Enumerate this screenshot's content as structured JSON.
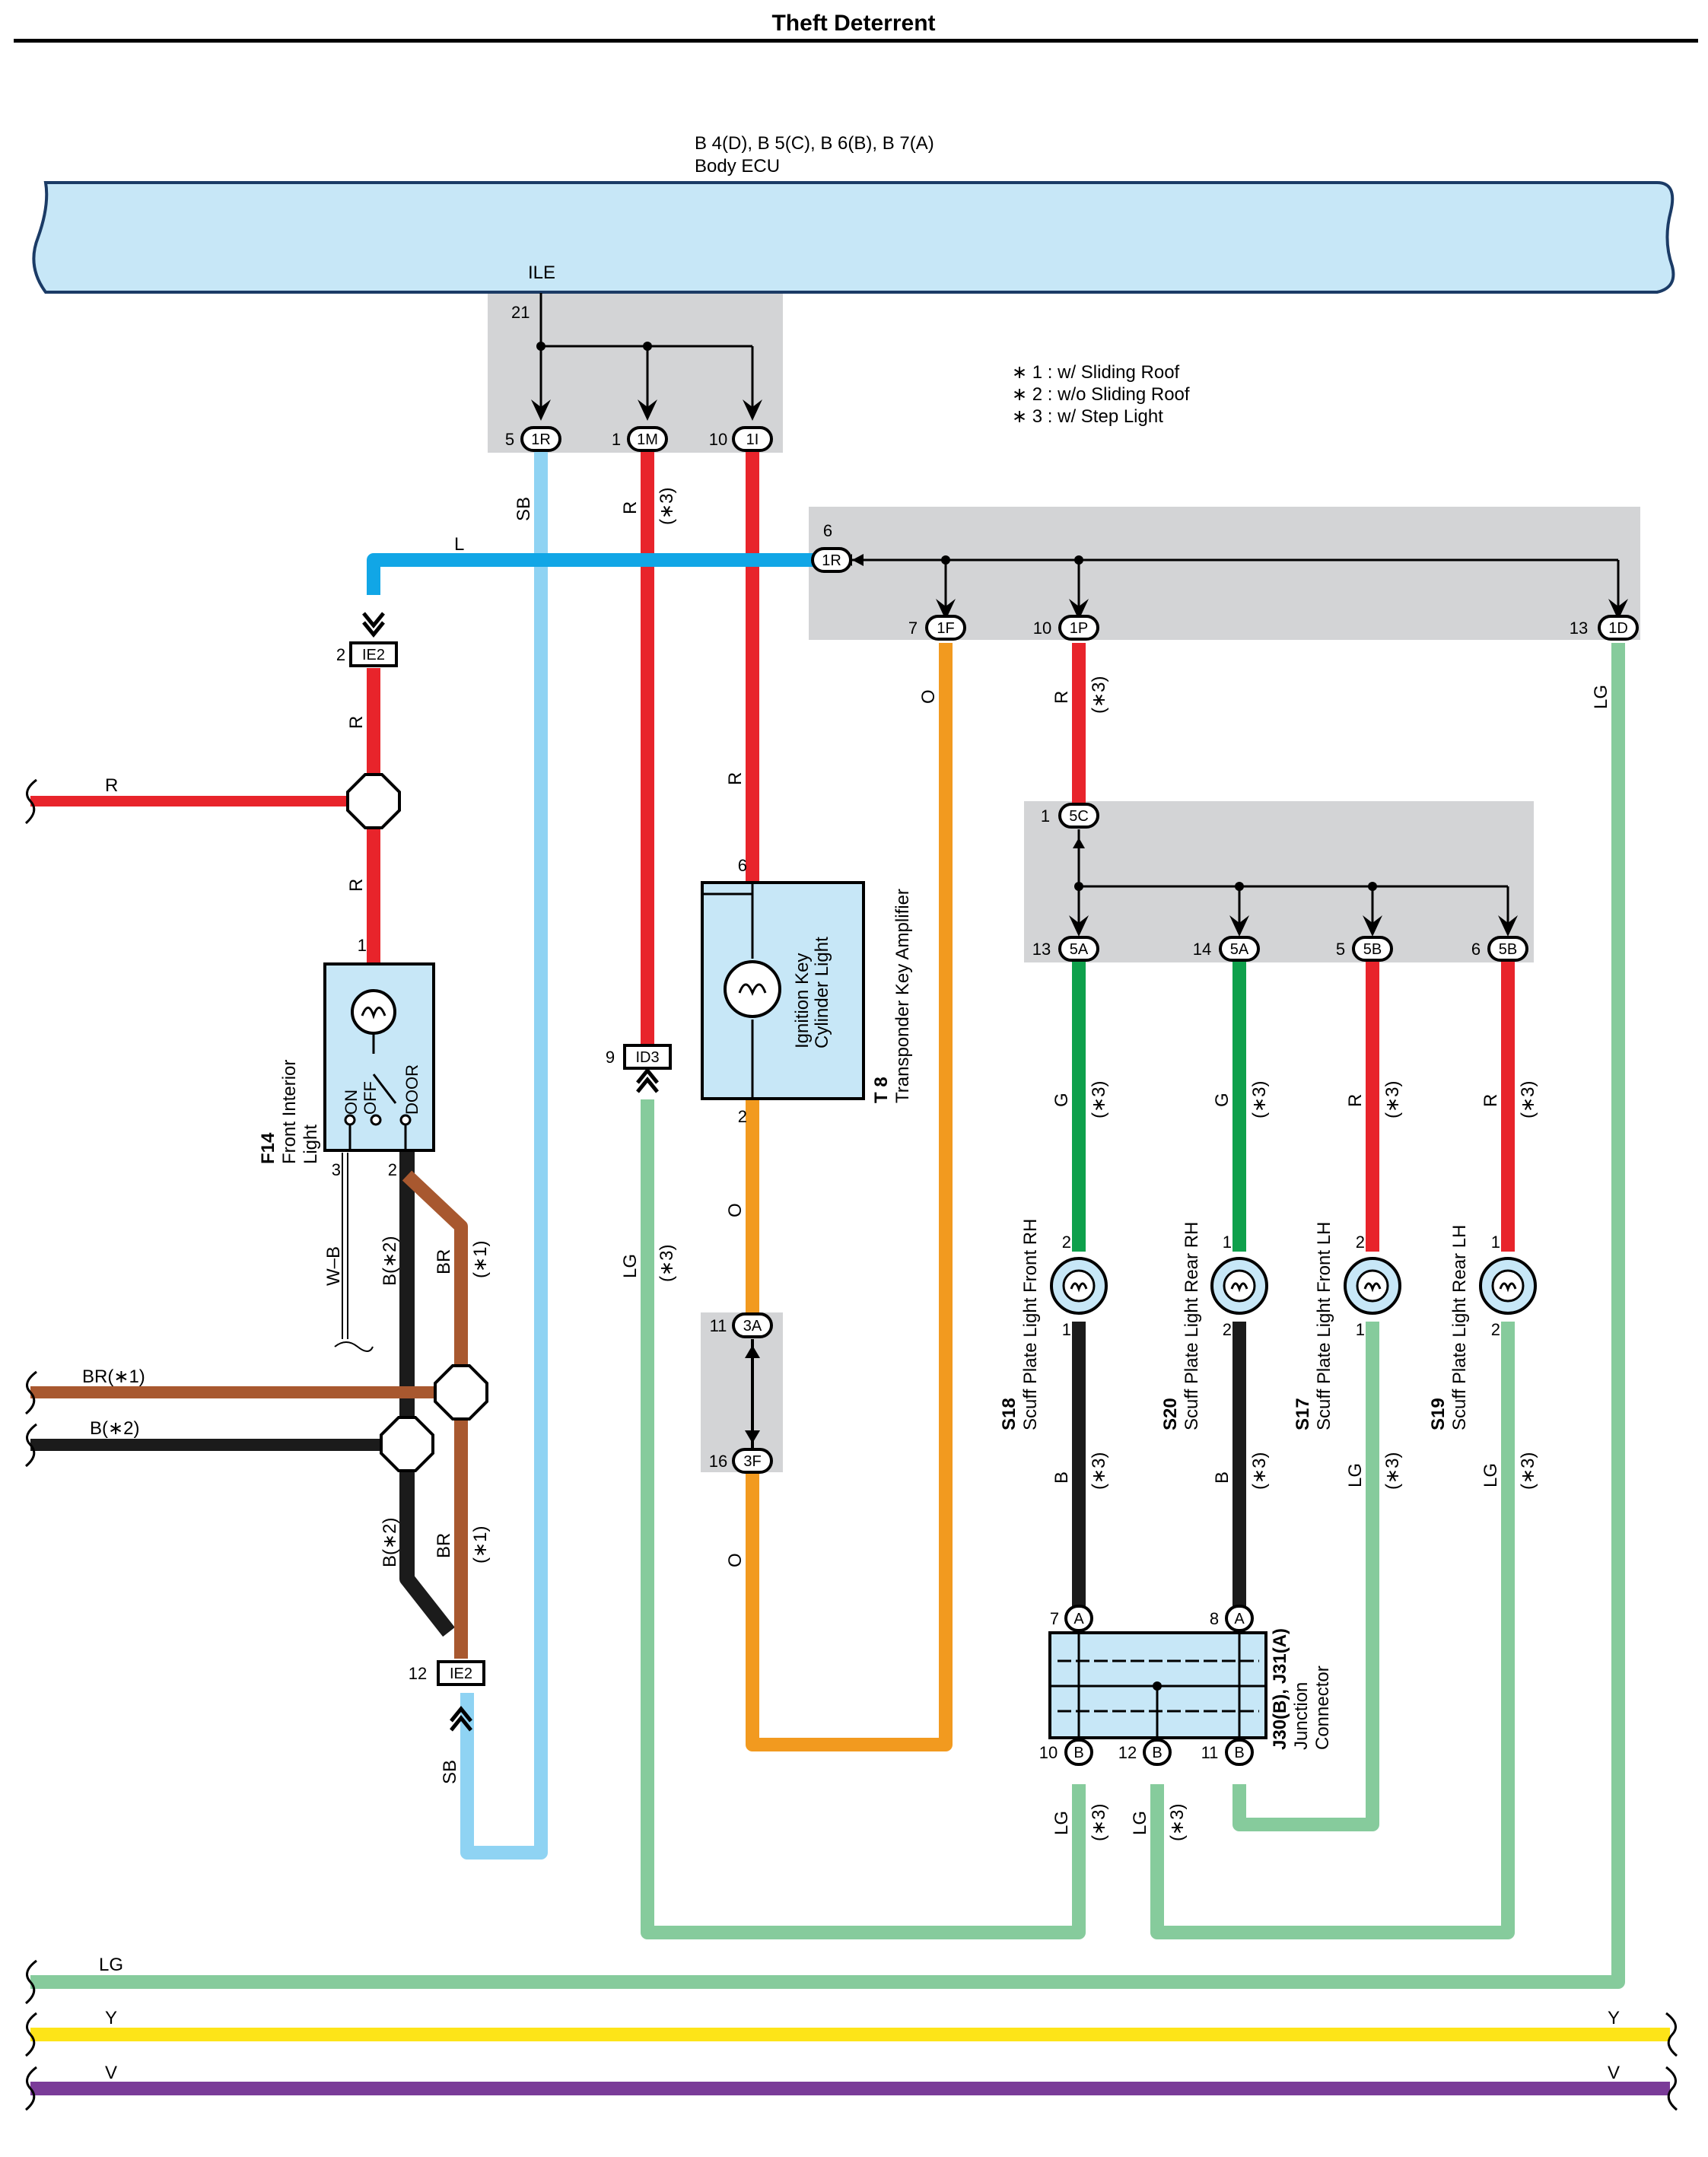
{
  "page_title": "Theft Deterrent",
  "ecu": {
    "codes": "B 4(D), B 5(C), B 6(B), B 7(A)",
    "name": "Body ECU",
    "terminal": "ILE",
    "pin": "21"
  },
  "notes": [
    "∗ 1 : w/ Sliding Roof",
    "∗ 2 : w/o Sliding Roof",
    "∗ 3 : w/ Step Light"
  ],
  "connectors": {
    "c1R_top": {
      "pin": "5",
      "id": "1R"
    },
    "c1M": {
      "pin": "1",
      "id": "1M"
    },
    "c1I": {
      "pin": "10",
      "id": "1I"
    },
    "c1R_mid": {
      "pin": "6",
      "id": "1R"
    },
    "c1F": {
      "pin": "7",
      "id": "1F"
    },
    "c1P": {
      "pin": "10",
      "id": "1P"
    },
    "c1D": {
      "pin": "13",
      "id": "1D"
    },
    "ie2_top": {
      "pin": "2",
      "id": "IE2"
    },
    "ie2_bot": {
      "pin": "12",
      "id": "IE2"
    },
    "id3": {
      "pin": "9",
      "id": "ID3"
    },
    "c5C": {
      "pin": "1",
      "id": "5C"
    },
    "c5A13": {
      "pin": "13",
      "id": "5A"
    },
    "c5A14": {
      "pin": "14",
      "id": "5A"
    },
    "c5B5": {
      "pin": "5",
      "id": "5B"
    },
    "c5B6": {
      "pin": "6",
      "id": "5B"
    },
    "c3A": {
      "pin": "11",
      "id": "3A"
    },
    "c3F": {
      "pin": "16",
      "id": "3F"
    },
    "jA7": {
      "pin": "7",
      "id": "A"
    },
    "jA8": {
      "pin": "8",
      "id": "A"
    },
    "jB10": {
      "pin": "10",
      "id": "B"
    },
    "jB12": {
      "pin": "12",
      "id": "B"
    },
    "jB11": {
      "pin": "11",
      "id": "B"
    }
  },
  "wires": {
    "sb": "SB",
    "r": "R",
    "l": "L",
    "o": "O",
    "lg": "LG",
    "g": "G",
    "b": "B",
    "br": "BR",
    "wb": "W–B",
    "y": "Y",
    "v": "V",
    "br1": "BR(∗1)",
    "b2": "B(∗2)",
    "star1": "(∗1)",
    "star3": "(∗3)"
  },
  "components": {
    "f14": {
      "code": "F14",
      "name_line1": "Front Interior",
      "name_line2": "Light",
      "sw_on": "ON",
      "sw_off": "OFF",
      "sw_door": "DOOR",
      "pin1": "1",
      "pin2": "2",
      "pin3": "3"
    },
    "t8": {
      "code": "T 8",
      "name": "Transponder Key Amplifier",
      "inner_line1": "Ignition Key",
      "inner_line2": "Cylinder Light",
      "pin6": "6",
      "pin2": "2"
    },
    "s18": {
      "code": "S18",
      "name": "Scuff Plate Light Front RH",
      "top": "2",
      "bot": "1"
    },
    "s20": {
      "code": "S20",
      "name": "Scuff Plate Light Rear RH",
      "top": "1",
      "bot": "2"
    },
    "s17": {
      "code": "S17",
      "name": "Scuff Plate Light Front LH",
      "top": "2",
      "bot": "1"
    },
    "s19": {
      "code": "S19",
      "name": "Scuff Plate Light Rear LH",
      "top": "1",
      "bot": "2"
    },
    "jc": {
      "code": "J30(B), J31(A)",
      "name_line1": "Junction",
      "name_line2": "Connector"
    }
  },
  "colors": {
    "sb": "#8fd3f3",
    "l": "#11a6e6",
    "r": "#e8242b",
    "o": "#f29a1f",
    "lg": "#86cb9c",
    "g": "#0ea04b",
    "b": "#1b1b1b",
    "br": "#a8582f",
    "y": "#fde418",
    "v": "#7a3b98",
    "ecu": "#c7e7f7",
    "gray": "#d3d4d6"
  }
}
